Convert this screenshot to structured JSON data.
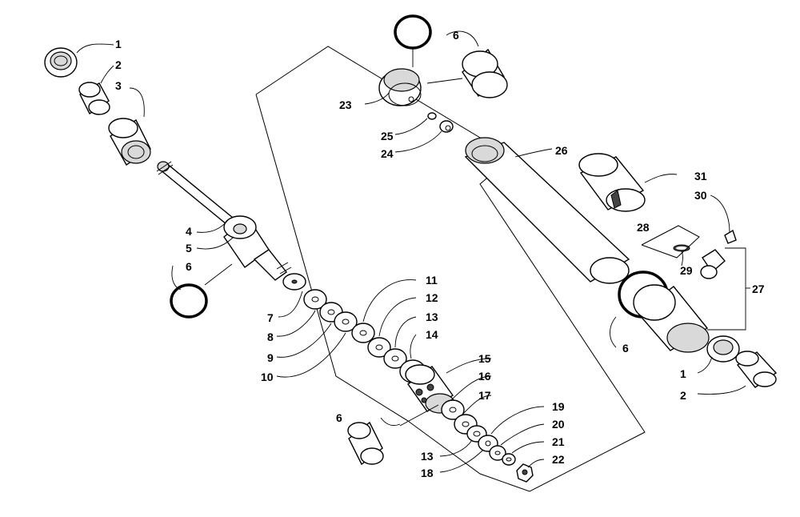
{
  "labels": [
    "1",
    "2",
    "3",
    "4",
    "5",
    "6",
    "7",
    "8",
    "9",
    "10",
    "11",
    "12",
    "13",
    "14",
    "15",
    "16",
    "17",
    "18",
    "19",
    "20",
    "21",
    "22",
    "23",
    "24",
    "25",
    "26",
    "27",
    "28",
    "29",
    "30",
    "31"
  ],
  "callouts": [
    {
      "text": "1"
    },
    {
      "text": "2"
    },
    {
      "text": "3"
    },
    {
      "text": "4"
    },
    {
      "text": "5"
    },
    {
      "text": "6"
    },
    {
      "text": "7"
    },
    {
      "text": "8"
    },
    {
      "text": "9"
    },
    {
      "text": "10"
    },
    {
      "text": "11"
    },
    {
      "text": "12"
    },
    {
      "text": "13"
    },
    {
      "text": "14"
    },
    {
      "text": "15"
    },
    {
      "text": "16"
    },
    {
      "text": "17"
    },
    {
      "text": "13"
    },
    {
      "text": "18"
    },
    {
      "text": "19"
    },
    {
      "text": "20"
    },
    {
      "text": "21"
    },
    {
      "text": "22"
    },
    {
      "text": "6"
    },
    {
      "text": "6"
    },
    {
      "text": "23"
    },
    {
      "text": "25"
    },
    {
      "text": "24"
    },
    {
      "text": "26"
    },
    {
      "text": "31"
    },
    {
      "text": "30"
    },
    {
      "text": "28"
    },
    {
      "text": "29"
    },
    {
      "text": "27"
    },
    {
      "text": "6"
    },
    {
      "text": "1"
    },
    {
      "text": "2"
    }
  ]
}
